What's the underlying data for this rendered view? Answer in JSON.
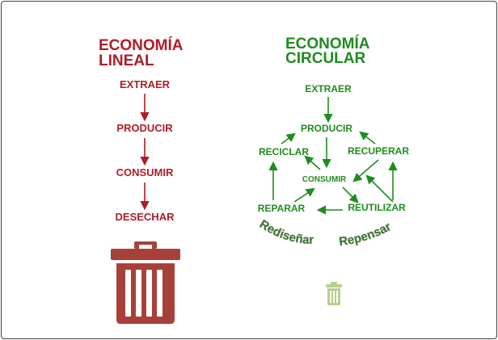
{
  "linear": {
    "title_line1": "ECONOMÍA",
    "title_line2": "LINEAL",
    "steps": [
      "EXTRAER",
      "PRODUCIR",
      "CONSUMIR",
      "DESECHAR"
    ],
    "color": "#b01c24",
    "bin_color": "#a8403a",
    "icon": "trash-can-icon"
  },
  "circular": {
    "title_line1": "ECONOMÍA",
    "title_line2": "CIRCULAR",
    "nodes": {
      "extraer": "EXTRAER",
      "producir": "PRODUCIR",
      "reciclar": "RECICLAR",
      "recuperar": "RECUPERAR",
      "consumir": "CONSUMIR",
      "reparar": "REPARAR",
      "reutilizar": "REUTILIZAR"
    },
    "arc_words": [
      "Rediseñar",
      "Repensar"
    ],
    "color": "#1e8c1e",
    "arc_color": "#3a7d2a",
    "bin_color": "#b6cf8e",
    "icon": "trash-can-icon"
  }
}
